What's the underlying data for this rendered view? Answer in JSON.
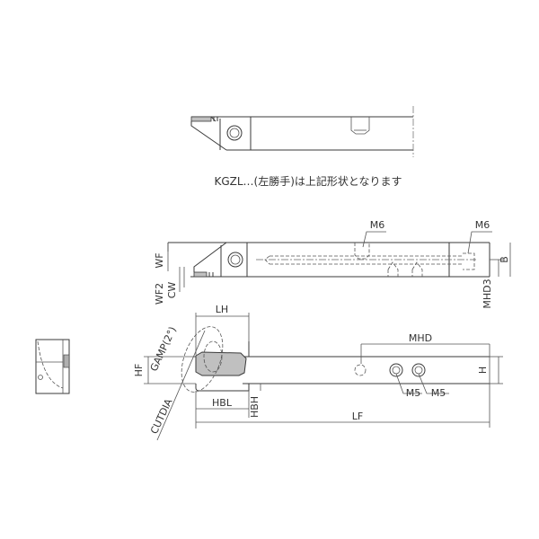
{
  "note": "KGZL…(左勝手)は上記形状となります",
  "labels": {
    "wf": "WF",
    "wf2": "WF2",
    "cw": "CW",
    "m6_top": "M6",
    "m6_end": "M6",
    "b": "B",
    "mhd3": "MHD3",
    "lh": "LH",
    "gamp": "GAMP(2°)",
    "hf": "HF",
    "cutdia": "CUTDIA",
    "hbl": "HBL",
    "hbh": "HBH",
    "lf": "LF",
    "mhd": "MHD",
    "h": "H",
    "m5_a": "M5",
    "m5_b": "M5"
  },
  "colors": {
    "line": "#3a3a3a",
    "insert_fill": "#c0c0c0"
  }
}
